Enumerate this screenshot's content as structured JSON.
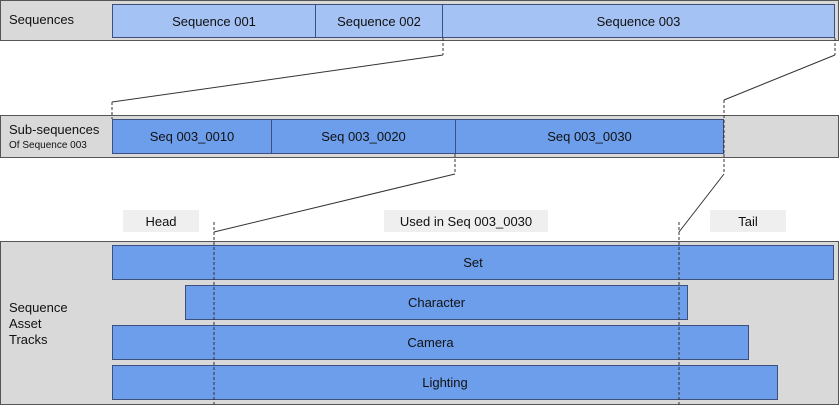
{
  "sequences": {
    "label": "Sequences",
    "items": [
      "Sequence 001",
      "Sequence 002",
      "Sequence 003"
    ]
  },
  "subsequences": {
    "label": "Sub-sequences",
    "sublabel": "Of Sequence 003",
    "items": [
      "Seq 003_0010",
      "Seq 003_0020",
      "Seq 003_0030"
    ]
  },
  "markers": {
    "head": "Head",
    "used": "Used in Seq 003_0030",
    "tail": "Tail"
  },
  "tracks": {
    "label_line1": "Sequence",
    "label_line2": "Asset",
    "label_line3": "Tracks",
    "items": [
      "Set",
      "Character",
      "Camera",
      "Lighting"
    ]
  },
  "colors": {
    "panel": "#d9d9d9",
    "sequence_box": "#a4c2f4",
    "subsequence_box": "#6d9eeb",
    "track_box": "#6d9eeb",
    "tag": "#efefef"
  }
}
